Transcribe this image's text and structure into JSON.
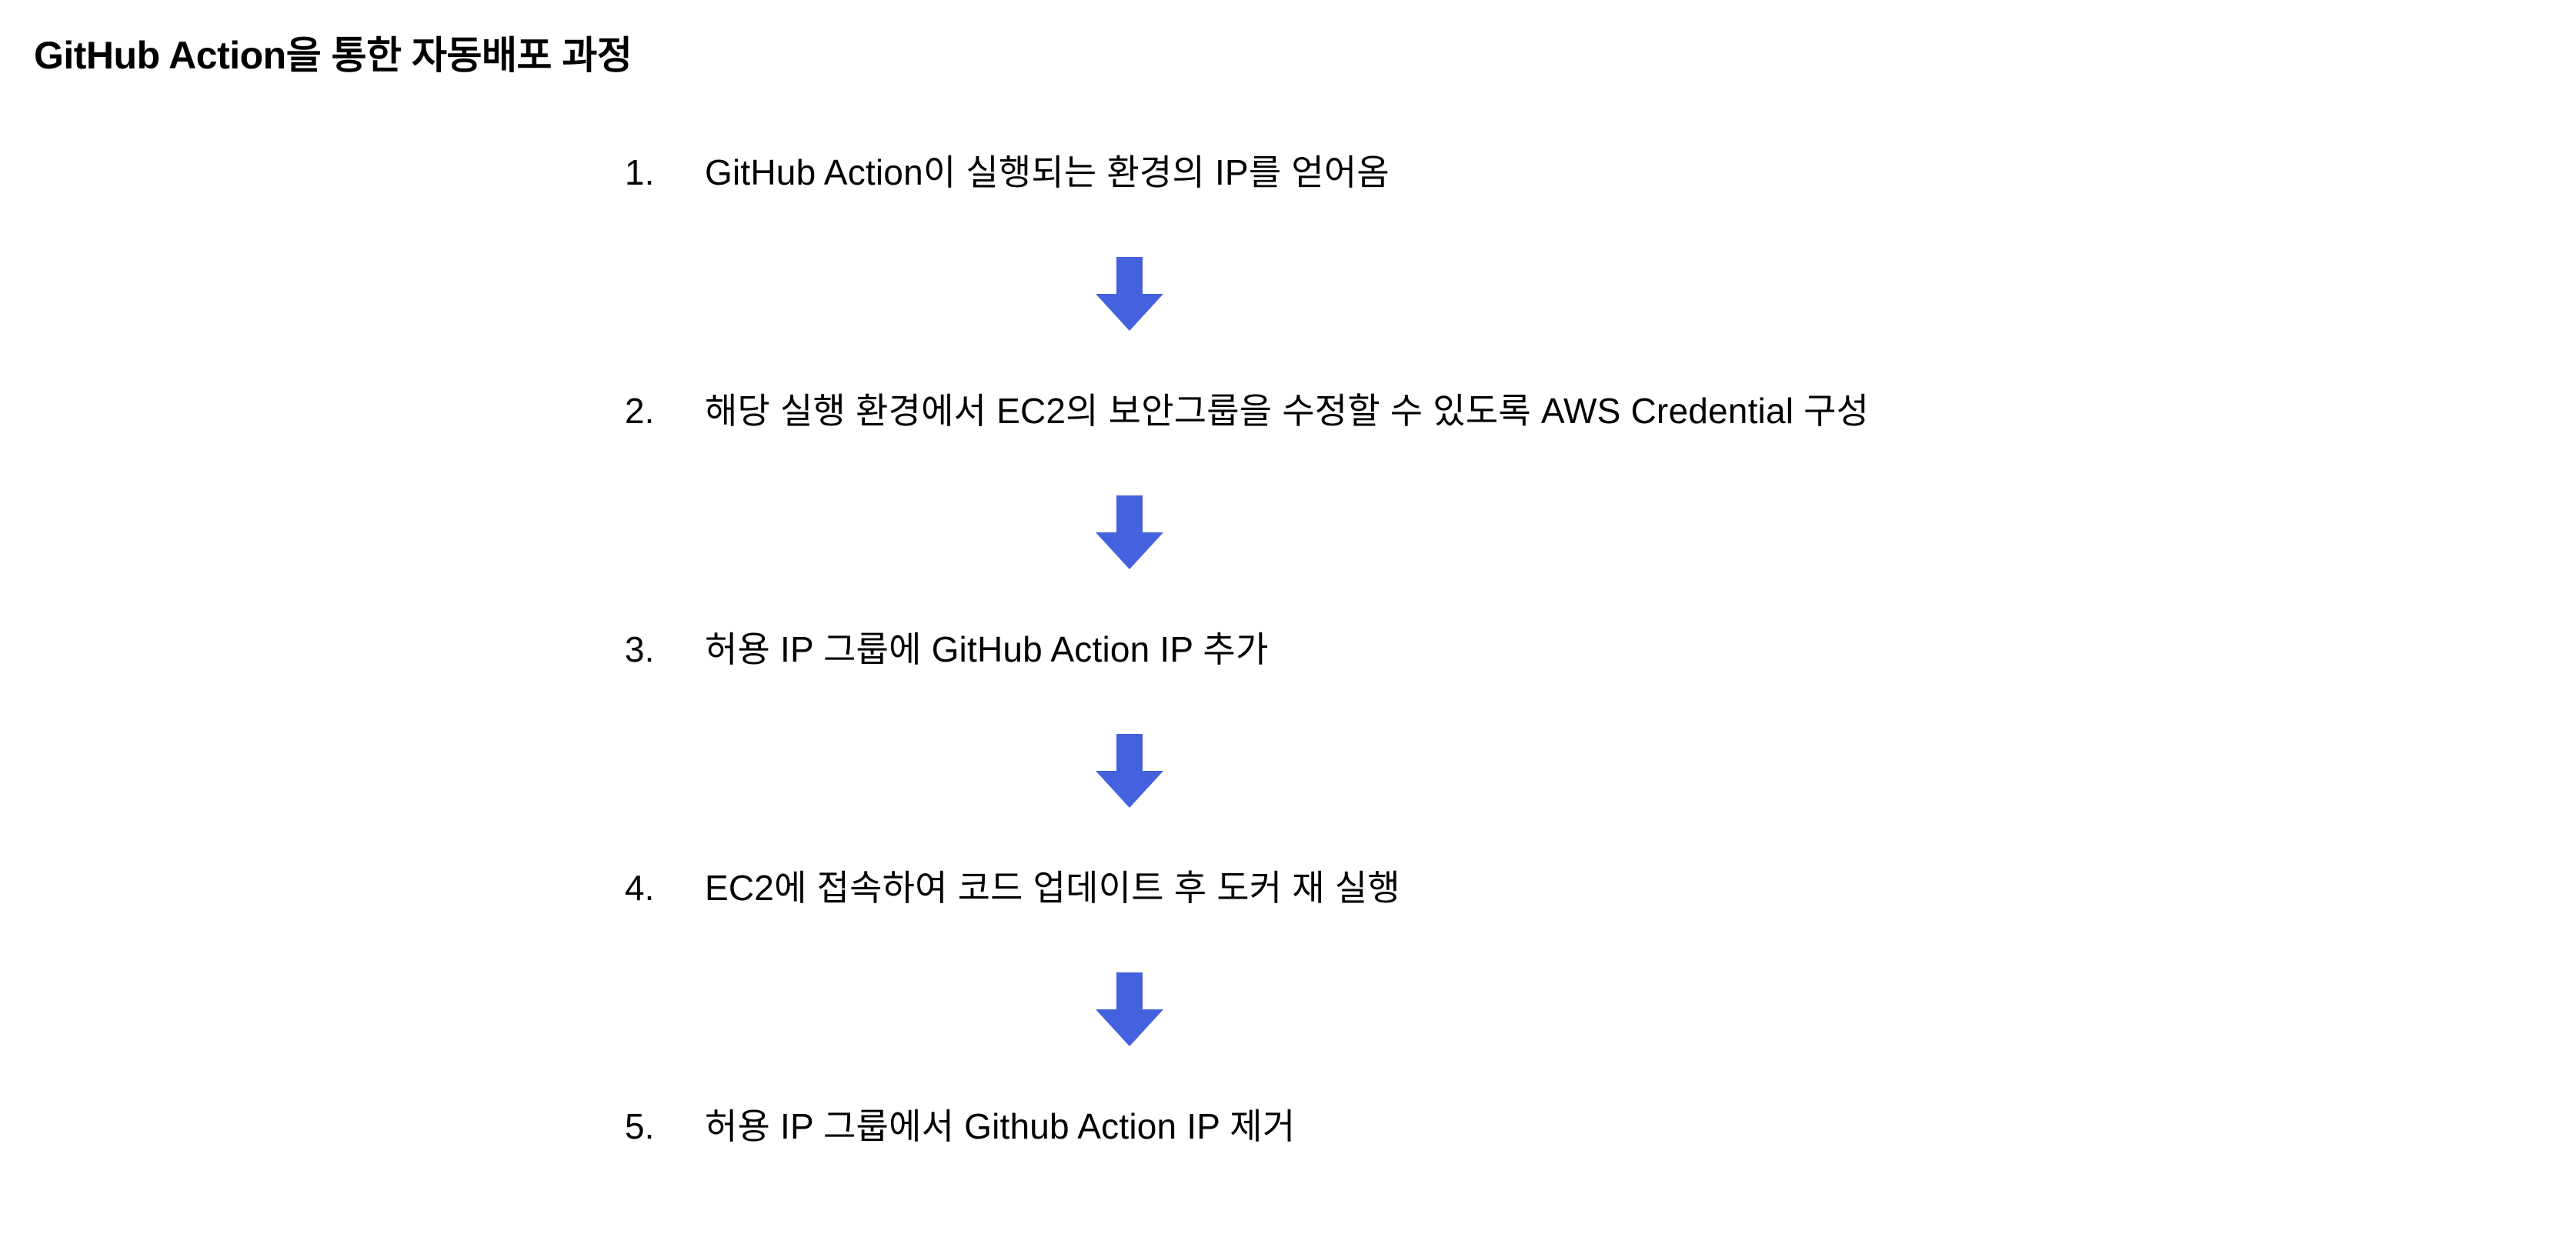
{
  "slide": {
    "title": "GitHub Action을 통한 자동배포 과정",
    "background_color": "#ffffff",
    "text_color": "#000000",
    "accent_color": "#4461de",
    "arrow_icon_name": "arrow-down-icon"
  },
  "steps": [
    {
      "number": "1.",
      "text": "GitHub Action이 실행되는 환경의 IP를 얻어옴"
    },
    {
      "number": "2.",
      "text": "해당 실행 환경에서 EC2의 보안그룹을 수정할 수 있도록 AWS Credential 구성"
    },
    {
      "number": "3.",
      "text": "허용 IP 그룹에 GitHub Action IP 추가"
    },
    {
      "number": "4.",
      "text": "EC2에 접속하여 코드 업데이트 후 도커 재 실행"
    },
    {
      "number": "5.",
      "text": "허용 IP 그룹에서 Github Action IP 제거"
    }
  ]
}
